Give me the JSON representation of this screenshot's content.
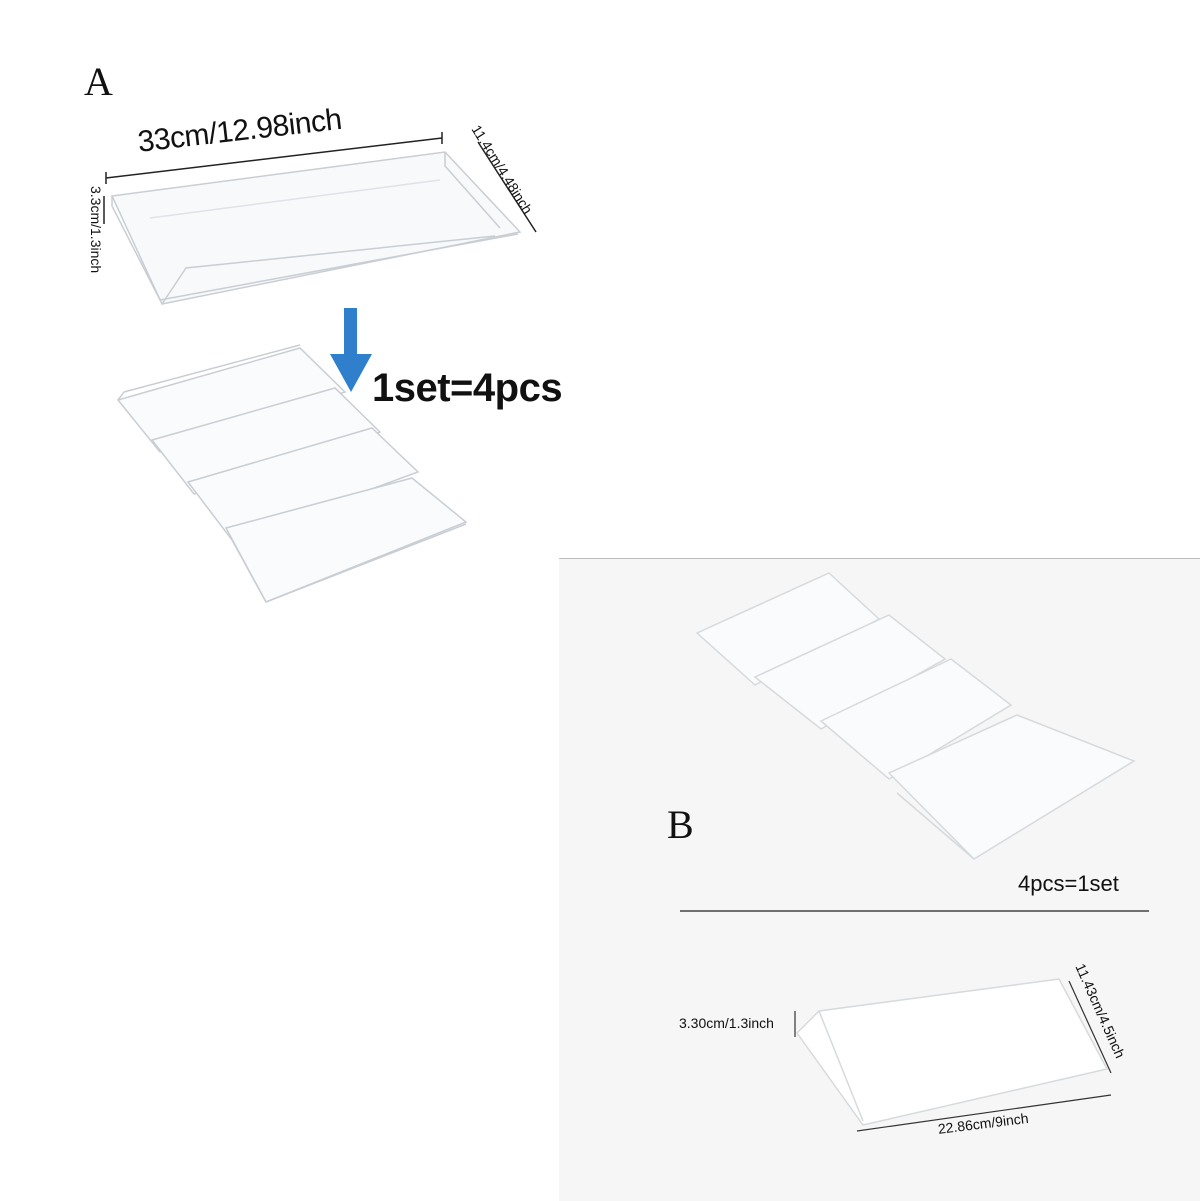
{
  "panel_a": {
    "label": "A",
    "width_dim": "33cm/12.98inch",
    "depth_dim": "11.4cm/4.48inch",
    "height_dim": "3.3cm/1.3inch",
    "set_text": "1set=4pcs",
    "arrow_color": "#2f7fcc"
  },
  "panel_b": {
    "label": "B",
    "set_text": "4pcs=1set",
    "height_dim": "3.30cm/1.3inch",
    "depth_dim": "11.43cm/4.5inch",
    "width_dim": "22.86cm/9inch"
  }
}
